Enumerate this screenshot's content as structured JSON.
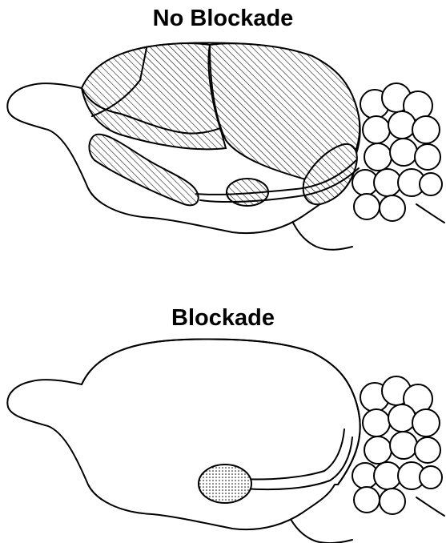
{
  "panels": [
    {
      "title": "No Blockade",
      "pattern": "hatched"
    },
    {
      "title": "Blockade",
      "pattern": "dotted"
    }
  ]
}
